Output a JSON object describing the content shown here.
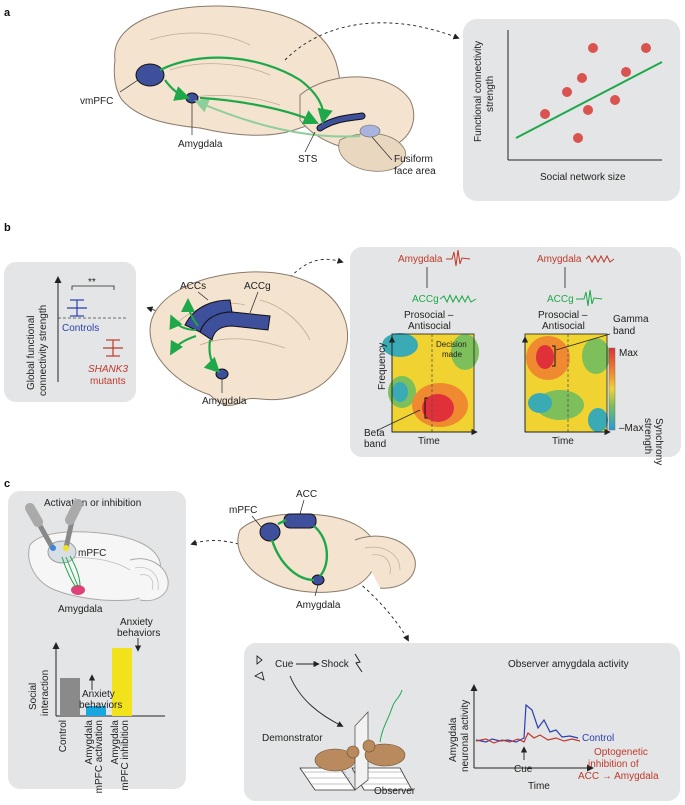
{
  "panels": {
    "a": "a",
    "b": "b",
    "c": "c"
  },
  "panel_a": {
    "labels": {
      "vmpfc": "vmPFC",
      "amygdala": "Amygdala",
      "sts": "STS",
      "fusiform1": "Fusiform",
      "fusiform2": "face area"
    },
    "scatter": {
      "ylabel1": "Functional connectivity",
      "ylabel2": "strength",
      "xlabel": "Social network size"
    }
  },
  "panel_b": {
    "left": {
      "ylabel1": "Global functional",
      "ylabel2": "connectivity strength",
      "sig": "**",
      "controls": "Controls",
      "mutant1": "SHANK3",
      "mutant2": "mutants"
    },
    "brain": {
      "accs": "ACCs",
      "accg": "ACCg",
      "amygdala": "Amygdala"
    },
    "right": {
      "amy1": "Amygdala",
      "accg1": "ACCg",
      "amy2": "Amygdala",
      "accg2": "ACCg",
      "pro1": "Prosocial –",
      "anti1": "Antisocial",
      "pro2": "Prosocial –",
      "anti2": "Antisocial",
      "decision1": "Decision",
      "decision2": "made",
      "frequency": "Frequency",
      "beta1": "Beta",
      "beta2": "band",
      "gamma1": "Gamma",
      "gamma2": "band",
      "time1": "Time",
      "time2": "Time",
      "max": "Max",
      "neg_max": "–Max",
      "sync1": "Synchrony",
      "sync2": "strength"
    }
  },
  "panel_c": {
    "left": {
      "title": "Activation or inhibition",
      "mpfc": "mPFC",
      "amygdala": "Amygdala",
      "anx_top1": "Anxiety",
      "anx_top2": "behaviors",
      "anx_mid1": "Anxiety",
      "anx_mid2": "behaviors",
      "ylabel1": "Social",
      "ylabel2": "interaction",
      "bars": [
        {
          "label1": "Control",
          "label2": "",
          "value": 0.38,
          "color": "#8a8a8a"
        },
        {
          "label1": "Amygdala",
          "label2": "mPFC activation",
          "value": 0.1,
          "color": "#1aa6e0"
        },
        {
          "label1": "Amygdala",
          "label2": "mPFC inhibition",
          "value": 0.68,
          "color": "#f2e21c"
        }
      ]
    },
    "brain": {
      "mpfc": "mPFC",
      "acc": "ACC",
      "amygdala": "Amygdala"
    },
    "right": {
      "cue": "Cue",
      "shock": "Shock",
      "demonstrator": "Demonstrator",
      "observer": "Observer",
      "title": "Observer amygdala activity",
      "ylabel1": "Amygdala",
      "ylabel2": "neuronal activity",
      "control": "Control",
      "opto1": "Optogenetic",
      "opto2": "inhibition of",
      "opto3": "ACC → Amygdala",
      "cue2": "Cue",
      "time": "Time"
    }
  },
  "colors": {
    "green": "#1fa84a",
    "brain": "#f3e3cf",
    "brainEdge": "#8a7a6a",
    "region": "#3e4f9c",
    "panelBg": "#e4e5e6",
    "dot": "#d9534f",
    "red": "#c0392b",
    "blue": "#2a3fb0"
  }
}
